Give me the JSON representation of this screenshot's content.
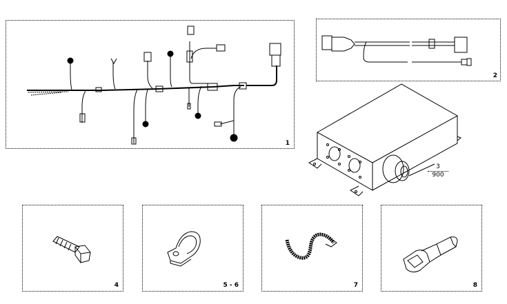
{
  "diagram": {
    "type": "parts-catalog-illustration",
    "parts": [
      {
        "id": "harness",
        "label": "1",
        "description": "main wiring harness"
      },
      {
        "id": "adapter-cable",
        "label": "2",
        "description": "adapter cable with branch"
      },
      {
        "id": "control-unit",
        "label": "3",
        "sub_label": "900",
        "description": "electronic control box"
      },
      {
        "id": "bolt",
        "label": "4",
        "description": "hex bolt"
      },
      {
        "id": "clamp",
        "label": "5 - 6",
        "description": "cable clamp"
      },
      {
        "id": "cable-tie",
        "label": "7",
        "description": "cable strap"
      },
      {
        "id": "connector",
        "label": "8",
        "description": "plug connector"
      }
    ]
  }
}
